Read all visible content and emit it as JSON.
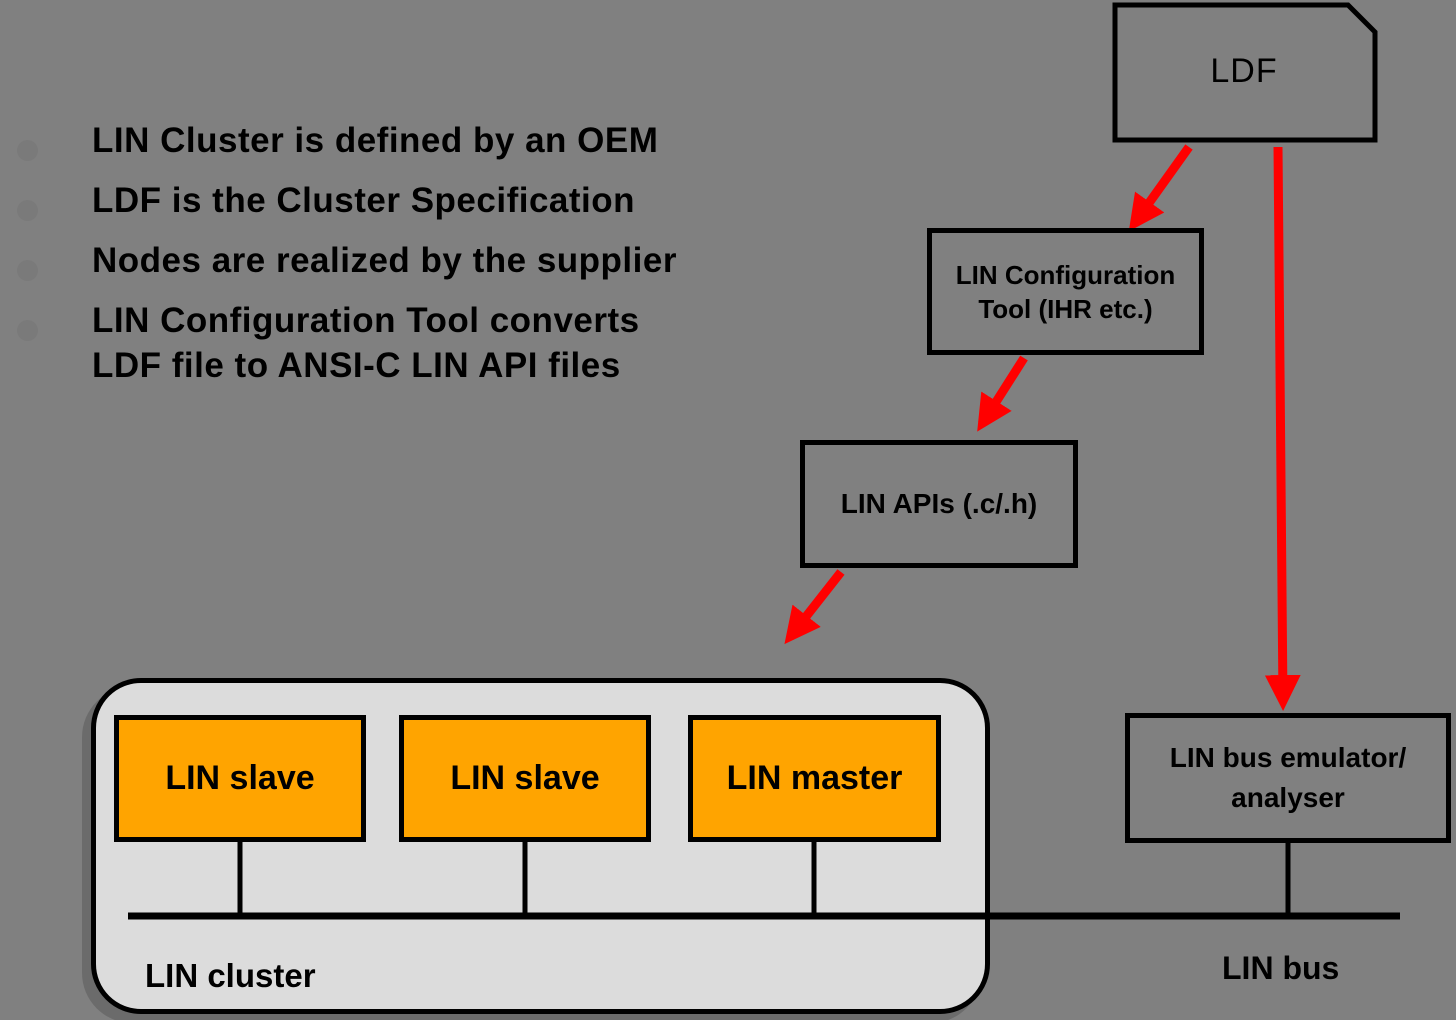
{
  "slide": {
    "bullets": [
      "LIN Cluster is defined by an OEM",
      "LDF is the Cluster Specification",
      "Nodes are realized by the supplier",
      "LIN Configuration Tool converts\nLDF file to ANSI-C LIN API files"
    ]
  },
  "nodes": {
    "ldf": {
      "label": "LDF"
    },
    "config_tool": {
      "label": "LIN Configuration\nTool (IHR etc.)"
    },
    "apis": {
      "label": "LIN APIs (.c/.h)"
    },
    "emulator": {
      "label": "LIN bus emulator/\nanalyser"
    },
    "cluster": {
      "label": "LIN cluster",
      "members": [
        {
          "label": "LIN slave"
        },
        {
          "label": "LIN slave"
        },
        {
          "label": "LIN master"
        }
      ]
    },
    "bus": {
      "label": "LIN bus"
    }
  },
  "colors": {
    "background": "#808080",
    "cluster_fill": "#DCDCDC",
    "member_fill": "#FFA400",
    "arrow": "#FF0000",
    "line": "#000000"
  }
}
